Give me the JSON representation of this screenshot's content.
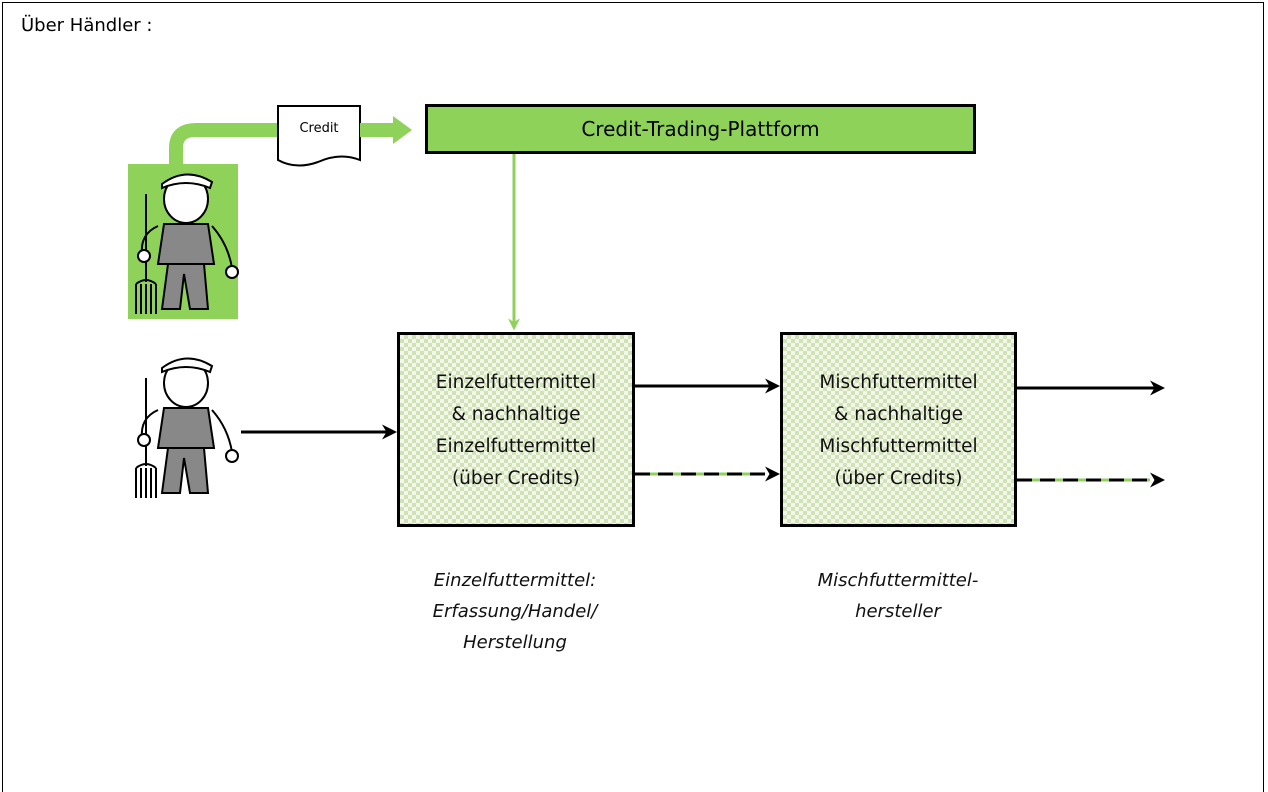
{
  "heading": "Über Händler :",
  "platform": {
    "label": "Credit-Trading-Plattform"
  },
  "credit_document": {
    "label": "Credit"
  },
  "boxes": [
    {
      "lines": [
        "Einzelfuttermittel",
        "& nachhaltige",
        "Einzelfuttermittel",
        "(über Credits)"
      ]
    },
    {
      "lines": [
        "Mischfuttermittel",
        "& nachhaltige",
        "Mischfuttermittel",
        "(über Credits)"
      ]
    }
  ],
  "captions": [
    {
      "lines": [
        "Einzelfuttermittel:",
        "Erfassung/Handel/",
        "Herstellung"
      ]
    },
    {
      "lines": [
        "Mischfuttermittel-",
        "hersteller"
      ]
    }
  ],
  "colors": {
    "accent_green": "#8fd25a",
    "farmer_bg": "#8fd25a",
    "line": "#000000"
  },
  "icons": [
    "farmer-icon",
    "farmer-icon"
  ]
}
